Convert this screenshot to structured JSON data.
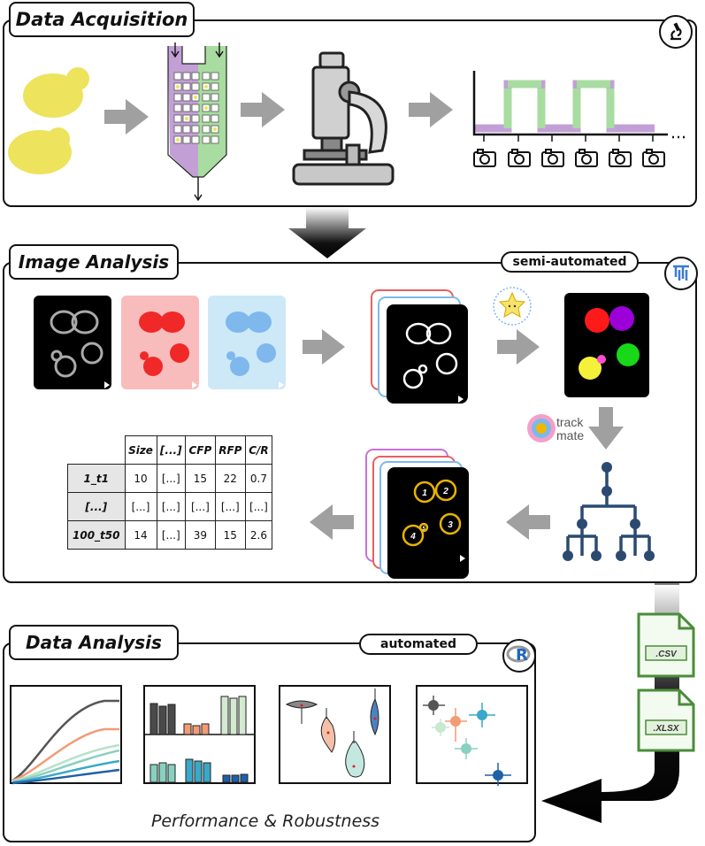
{
  "sections": {
    "acquisition": {
      "title": "Data Acquisition"
    },
    "image_analysis": {
      "title": "Image Analysis",
      "badge": "semi-automated"
    },
    "data_analysis": {
      "title": "Data Analysis",
      "badge": "automated",
      "caption": "Performance & Robustness"
    }
  },
  "tools": {
    "trackmate_line1": "track",
    "trackmate_line2": "mate",
    "stardist": "StarDist",
    "r_letter": "R"
  },
  "files": [
    "CSV",
    "XLSX"
  ],
  "table": {
    "columns": [
      "Size",
      "[...]",
      "CFP",
      "RFP",
      "C/R"
    ],
    "rows": [
      {
        "label": "1_t1",
        "values": [
          "10",
          "[...]",
          "15",
          "22",
          "0.7"
        ]
      },
      {
        "label": "[...]",
        "values": [
          "[...]",
          "[...]",
          "[...]",
          "[...]",
          "[...]"
        ]
      },
      {
        "label": "100_t50",
        "values": [
          "14",
          "[...]",
          "39",
          "15",
          "2.6"
        ]
      }
    ]
  },
  "cell_labels": [
    "1",
    "2",
    "3",
    "4",
    "5"
  ],
  "colors": {
    "yeast": "#ede35c",
    "purple": "#c2a0d6",
    "green": "#a8dca0",
    "arrow_gray": "#a0a0a0",
    "tree_blue": "#2c4a70",
    "red_channel": "#f9bcbc",
    "blue_channel": "#cde8f7"
  },
  "icons": [
    "microscope-icon",
    "fiji-icon",
    "r-logo-icon",
    "camera-icon",
    "stardist-icon",
    "trackmate-icon",
    "file-icon"
  ]
}
